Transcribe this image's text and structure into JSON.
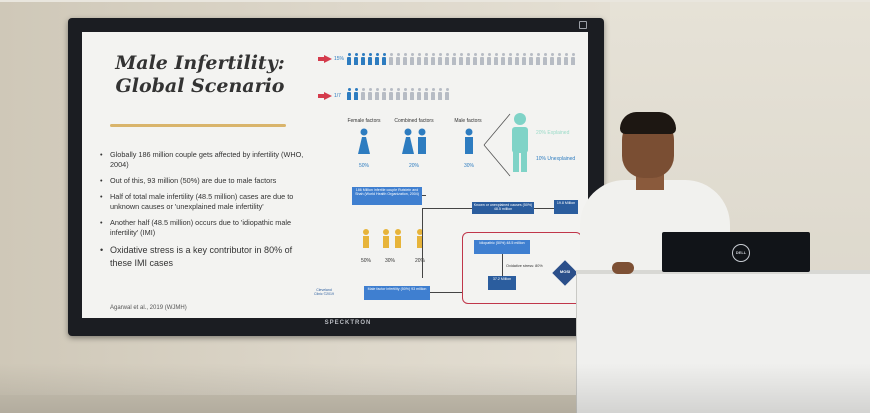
{
  "slide": {
    "title_line1": "Male Infertility:",
    "title_line2": "Global Scenario",
    "bullets": [
      "Globally 186 million couple gets affected by infertility (WHO, 2004)",
      "Out of this, 93 million (50%) are due to male factors",
      "Half of total male infertility (48.5 million) cases are due to unknown causes or 'unexplained male infertility'",
      "Another half (48.5 million) occurs due to 'idiopathic male infertility' (IMI)",
      "Oxidative stress is a key contributor in 80% of these IMI cases"
    ],
    "citation": "Agarwal et al., 2019 (WJMH)",
    "row1_ratio": "15%",
    "row2_ratio": "1/7",
    "factors": [
      {
        "label": "Female factors",
        "pct": "50%"
      },
      {
        "label": "Combined factors",
        "pct": "20%"
      },
      {
        "label": "Male factors",
        "pct": "30%"
      }
    ],
    "legend_explained": "20% Explained",
    "legend_unexplained": "10% Unexplained",
    "flow": {
      "top_box": "186 Million infertile couple Rutstein and Shah (World Health Organization, 2004)",
      "pct_labels": [
        "50%",
        "30%",
        "20%"
      ],
      "unexplained_box": "Known or unexplained causes (50%) 48.5 million",
      "unexplained_value": "19.8 Million",
      "idiopathic_box": "Idiopathic (50%) 48.5 million",
      "oxidative": "Oxidative stress: 80%",
      "oxidative_value": "37.2 Million",
      "male_box": "Male factor infertility (50%) 93 million",
      "mosi": "MOSI",
      "clinic": "Cleveland Clinic ©2019"
    }
  },
  "tv_brand": "SPECKTRON",
  "monitor_brand": "DELL",
  "colors": {
    "accent_red": "#d43b4c",
    "blue": "#3f7fd0",
    "teal": "#7fd3c7",
    "yellow": "#e7b43a",
    "underline_gold": "#d9b46b"
  }
}
